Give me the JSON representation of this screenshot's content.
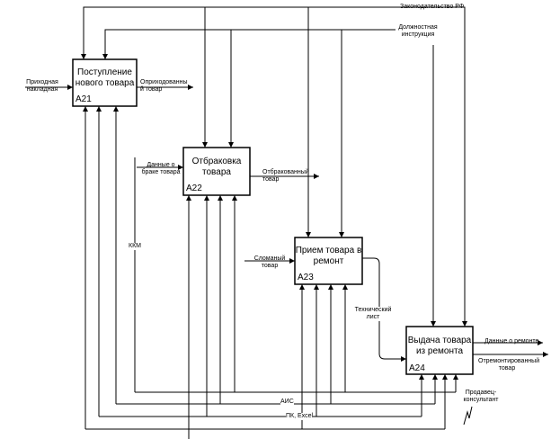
{
  "diagram": {
    "boxes": [
      {
        "id": "A21",
        "title": "Поступление\nнового товара"
      },
      {
        "id": "A22",
        "title": "Отбраковка\nтовара"
      },
      {
        "id": "A23",
        "title": "Прием товара в\nремонт"
      },
      {
        "id": "A24",
        "title": "Выдача товара\nиз ремонта"
      }
    ],
    "controls": {
      "law": "Законодательство РФ",
      "instructions": "Должностная\nинструкция"
    },
    "inputs": {
      "invoice": "Приходная\nнакладная",
      "defect_data": "Данные о\nбраке товара",
      "broken_goods": "Сломаный\nтовар",
      "tech_sheet": "Технический\nлист"
    },
    "outputs": {
      "received_goods": "Оприходованны\nй товар",
      "rejected_goods": "Отбракованный\nтовар",
      "repair_data": "Данные о ремонте",
      "repaired_goods": "Отремонтированный\nтовар"
    },
    "mechanisms": {
      "kkm": "ККМ",
      "ais": "АИС",
      "pc": "ПК, Excel",
      "consultant": "Продавец-\nконсультант"
    }
  }
}
